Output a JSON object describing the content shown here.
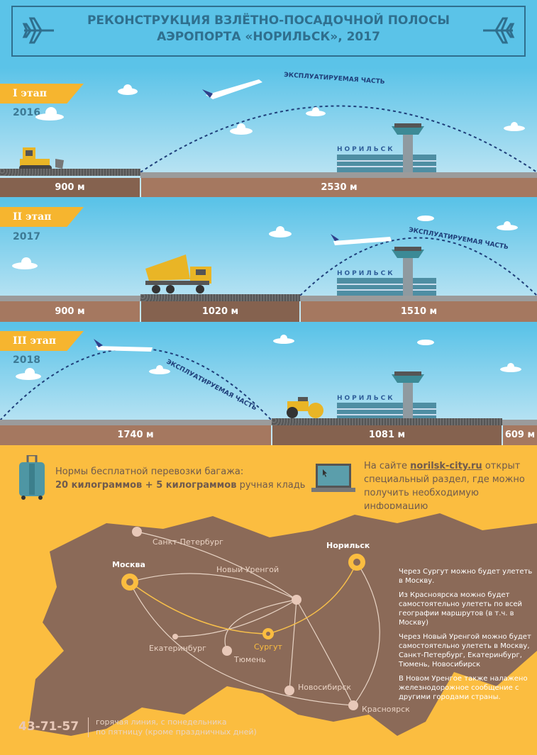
{
  "header": {
    "title_line1": "РЕКОНСТРУКЦИЯ ВЗЛЁТНО-ПОСАДОЧНОЙ ПОЛОСЫ",
    "title_line2": "АЭРОПОРТА «НОРИЛЬСК», 2017"
  },
  "terminal_sign": "НОРИЛЬСК",
  "operating_label": "ЭКСПЛУАТИРУЕМАЯ ЧАСТЬ",
  "stages": [
    {
      "label": "I этап",
      "year": "2016",
      "segments": [
        "900 м",
        "2530 м"
      ]
    },
    {
      "label": "II этап",
      "year": "2017",
      "segments": [
        "900 м",
        "1020 м",
        "1510 м"
      ]
    },
    {
      "label": "III этап",
      "year": "2018",
      "segments": [
        "1740 м",
        "1081 м",
        "609 м"
      ]
    }
  ],
  "info": {
    "baggage_line1": "Нормы бесплатной перевозки багажа:",
    "baggage_bold": "20 килограммов + 5 килограммов",
    "baggage_rest": " ручная кладь",
    "site_pre": "На сайте ",
    "site_link": "norilsk-city.ru",
    "site_post": " открыт",
    "site_line2": "специальный раздел, где можно",
    "site_line3": "получить необходимую информацию"
  },
  "map": {
    "cities": {
      "moscow": "Москва",
      "norilsk": "Норильск",
      "spb": "Санкт-Петербург",
      "nurengoy": "Новый Уренгой",
      "ekb": "Екатеринбург",
      "surgut": "Сургут",
      "tyumen": "Тюмень",
      "novosib": "Новосибирск",
      "krasnoyarsk": "Красноярск"
    },
    "notes": [
      "Через Сургут можно будет улететь в Москву.",
      "Из Красноярска можно будет самостоятельно улететь по всей географии маршрутов (в т.ч. в Москву)",
      "Через Новый Уренгой можно будет самостоятельно улететь в Москву, Санкт-Петербург, Екатеринбург, Тюмень, Новосибирск",
      "В Новом Уренгое также налажено железнодорожное сообщение с другими городами страны."
    ],
    "hotline_number": "43-71-57",
    "hotline_line1": "горячая линия, с понедельника",
    "hotline_line2": "по пятницу (кроме праздничных дней)"
  },
  "colors": {
    "sky": "#5bc3e8",
    "yellow": "#fbbd40",
    "brown": "#85624f",
    "land": "#8b6a58"
  }
}
